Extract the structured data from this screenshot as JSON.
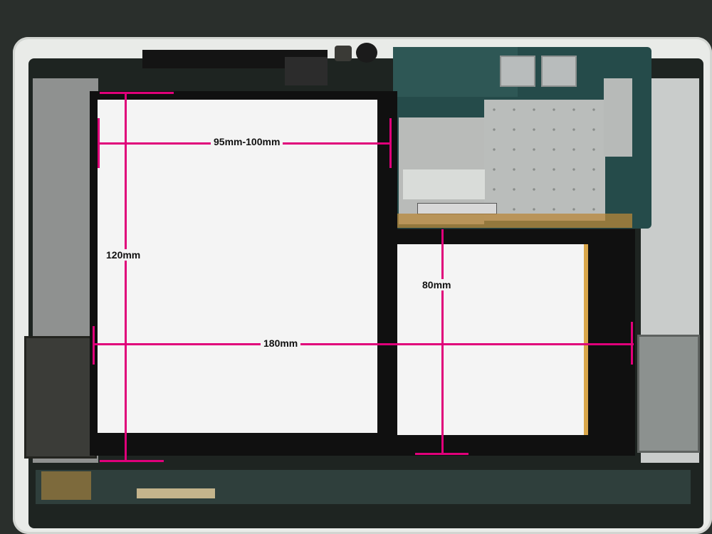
{
  "image": {
    "subject": "tablet-battery-dimensions",
    "colors": {
      "dimension_line": "#e0007a",
      "battery_fill": "#f4f4f4",
      "backplate": "#101010",
      "tablet_shell": "#e9ebe8",
      "circuit_board": "#254b4a"
    }
  },
  "dimensions": {
    "width_upper": "95mm-100mm",
    "height_left": "120mm",
    "total_width": "180mm",
    "height_right": "80mm"
  }
}
